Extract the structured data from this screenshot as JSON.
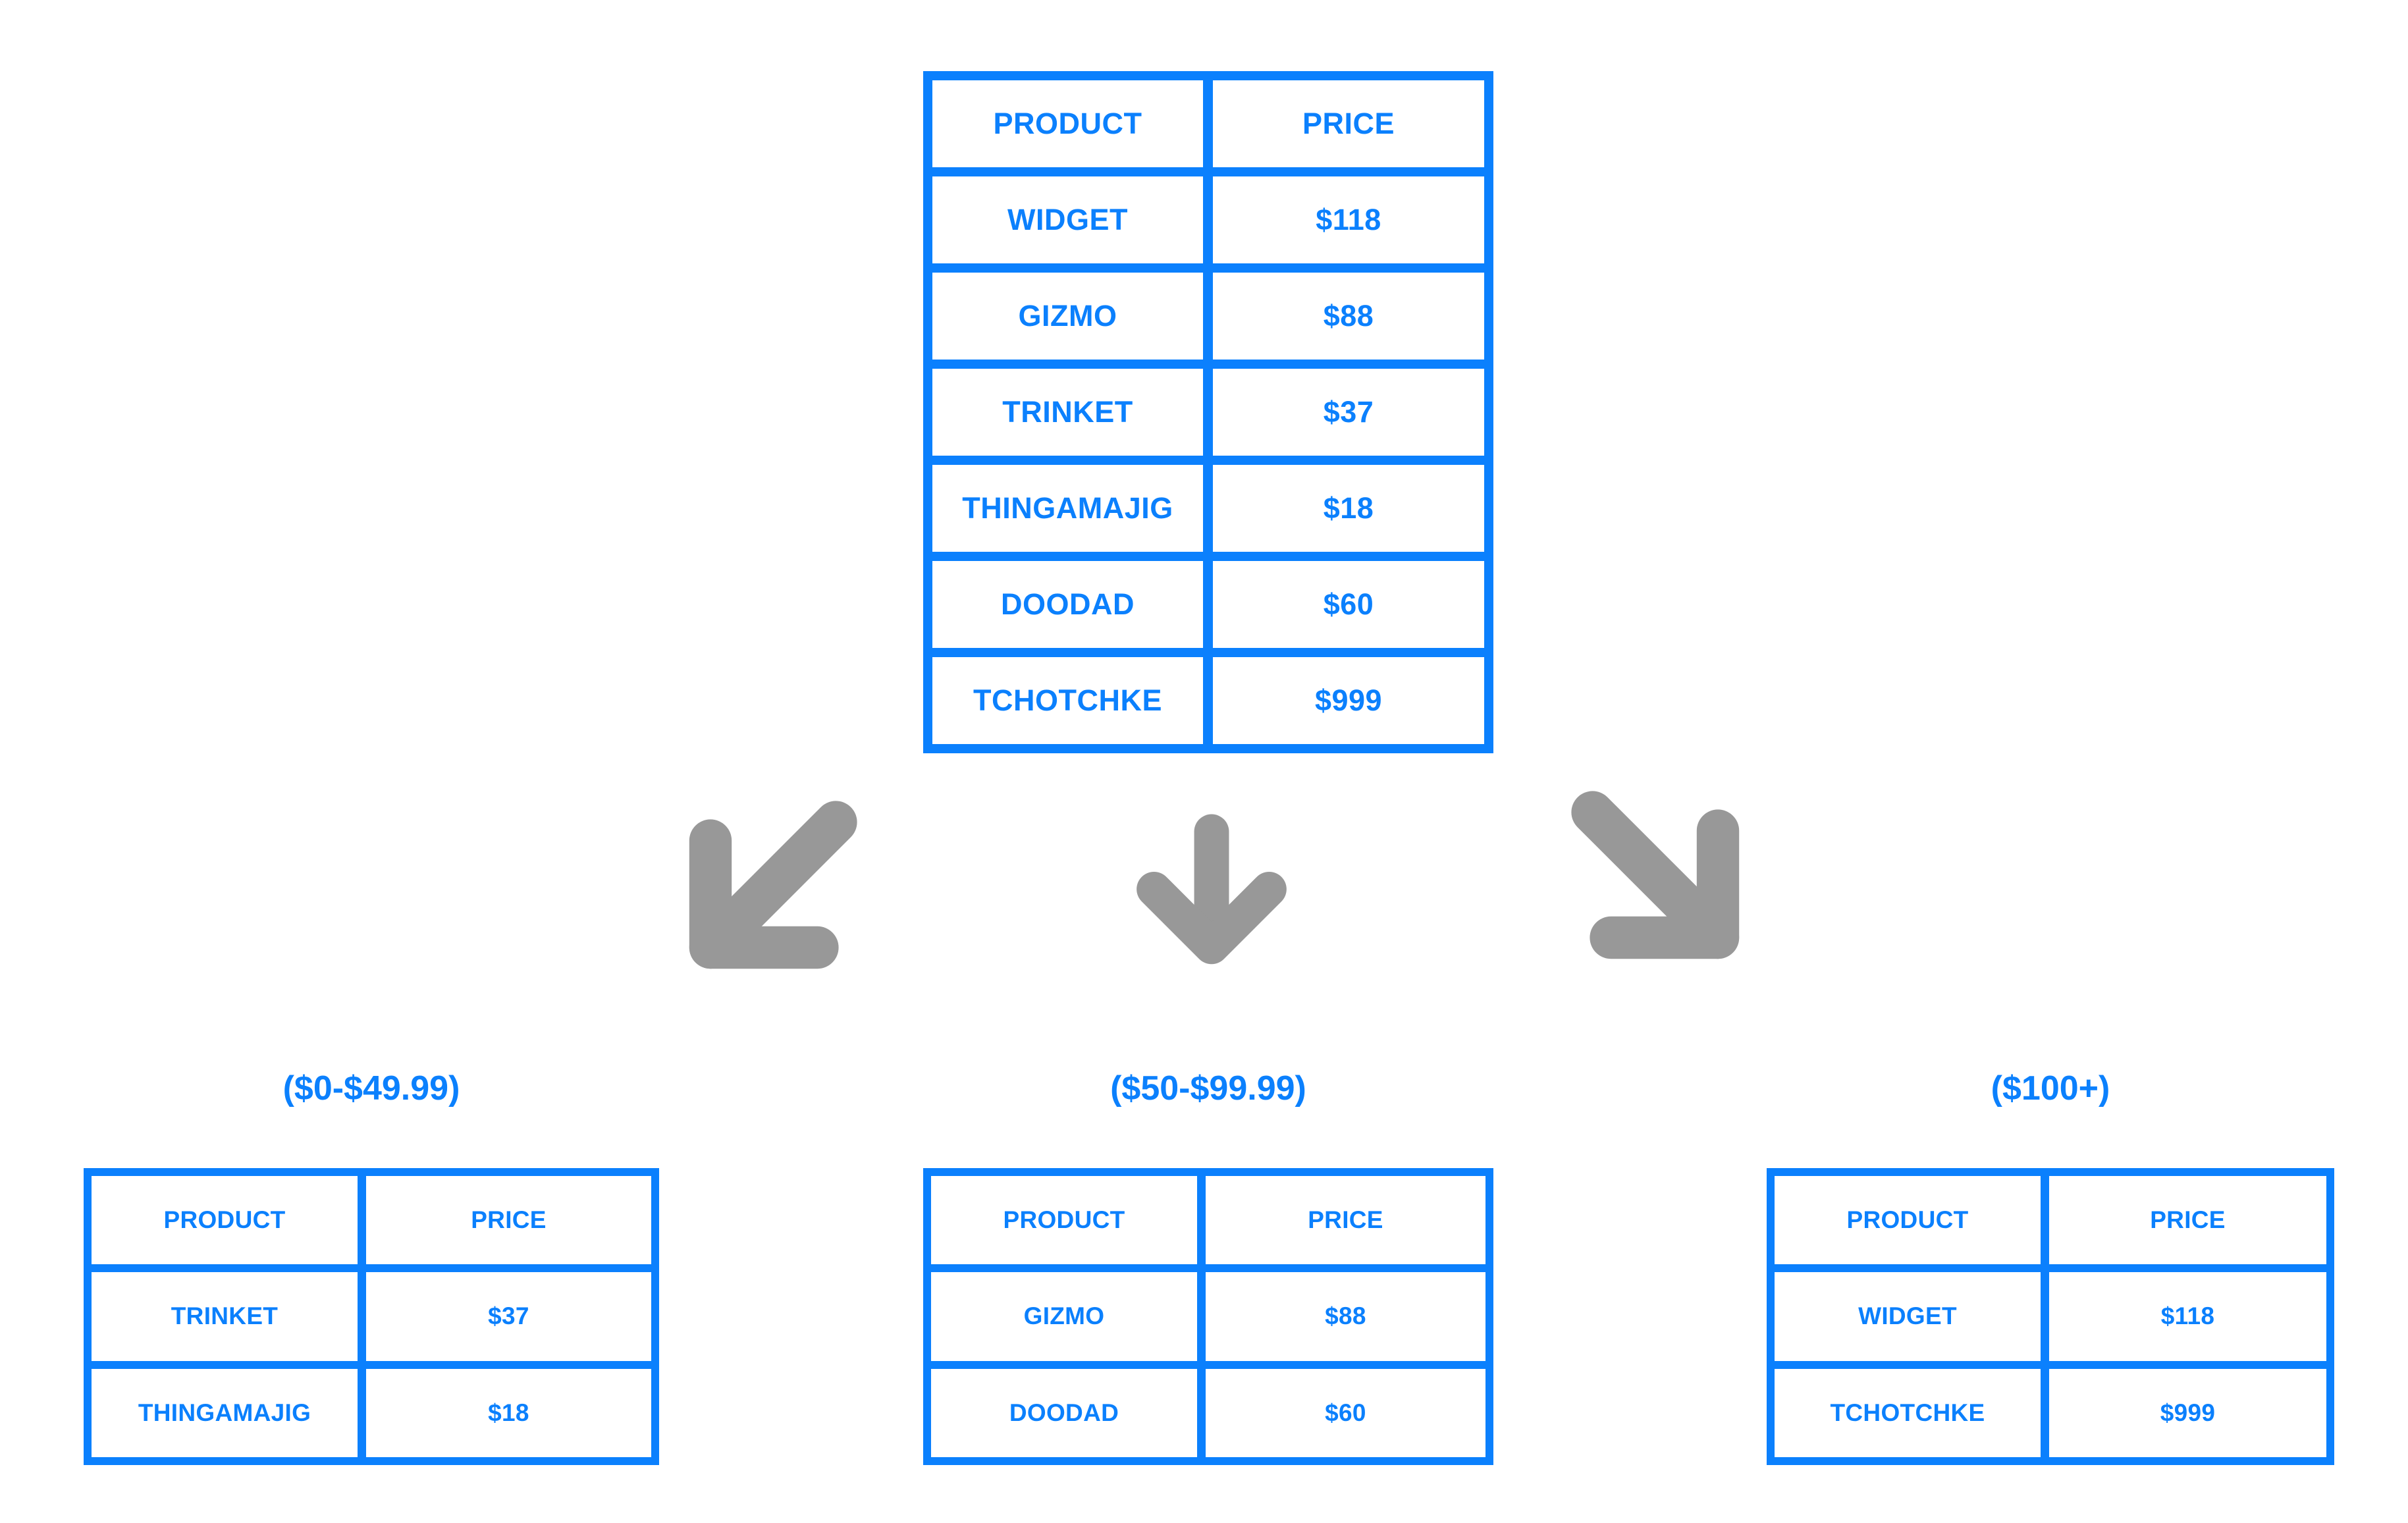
{
  "colors": {
    "accent_blue": "#0b80fd",
    "arrow_gray": "#989898",
    "background": "#ffffff"
  },
  "source_table": {
    "headers": [
      "PRODUCT",
      "PRICE"
    ],
    "rows": [
      [
        "WIDGET",
        "$118"
      ],
      [
        "GIZMO",
        "$88"
      ],
      [
        "TRINKET",
        "$37"
      ],
      [
        "THINGAMAJIG",
        "$18"
      ],
      [
        "DOODAD",
        "$60"
      ],
      [
        "TCHOTCHKE",
        "$999"
      ]
    ]
  },
  "arrows": [
    {
      "name": "arrow-down-left-icon",
      "direction": "down-left"
    },
    {
      "name": "arrow-down-icon",
      "direction": "down"
    },
    {
      "name": "arrow-down-right-icon",
      "direction": "down-right"
    }
  ],
  "buckets": [
    {
      "label": "($0-$49.99)",
      "headers": [
        "PRODUCT",
        "PRICE"
      ],
      "rows": [
        [
          "TRINKET",
          "$37"
        ],
        [
          "THINGAMAJIG",
          "$18"
        ]
      ]
    },
    {
      "label": "($50-$99.99)",
      "headers": [
        "PRODUCT",
        "PRICE"
      ],
      "rows": [
        [
          "GIZMO",
          "$88"
        ],
        [
          "DOODAD",
          "$60"
        ]
      ]
    },
    {
      "label": "($100+)",
      "headers": [
        "PRODUCT",
        "PRICE"
      ],
      "rows": [
        [
          "WIDGET",
          "$118"
        ],
        [
          "TCHOTCHKE",
          "$999"
        ]
      ]
    }
  ]
}
